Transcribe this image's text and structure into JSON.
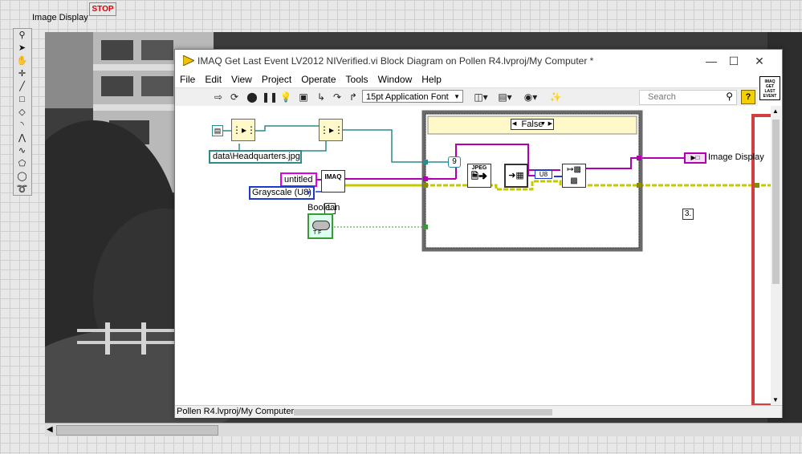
{
  "front_panel": {
    "stop_label": "STOP",
    "image_display_label": "Image Display",
    "tools": [
      "magnify-tool",
      "operate-tool",
      "pan-tool",
      "select-point-tool",
      "line-tool",
      "rectangle-tool",
      "rotated-rect-tool",
      "annulus-tool",
      "polyline-tool",
      "freehand-tool",
      "polygon-tool",
      "oval-tool",
      "spiral-tool"
    ]
  },
  "window": {
    "title": "IMAQ Get Last Event LV2012 NIVerified.vi Block Diagram on Pollen R4.lvproj/My Computer *",
    "minimize": "—",
    "maximize": "☐",
    "close": "✕",
    "icon_text": "IMAQ GET LAST EVENT"
  },
  "menu": [
    "File",
    "Edit",
    "View",
    "Project",
    "Operate",
    "Tools",
    "Window",
    "Help"
  ],
  "toolbar": {
    "font": "15pt Application Font",
    "search_placeholder": "Search",
    "help": "?"
  },
  "diagram": {
    "path_constant": "data\\Headquarters.jpg",
    "untitled_constant": "untitled",
    "imaq_create_label": "IMAQ",
    "image_type": "Grayscale (U8)",
    "seq_frame_1": "1.",
    "seq_frame_3": "3.",
    "boolean_label": "Boolean",
    "boolean_tf": "T F",
    "case_selector": "False",
    "constant_9": "9",
    "jpeg_label": "JPEG",
    "u8_label": "U8",
    "image_display_terminal": "Image Display"
  },
  "statusbar": {
    "context": "Pollen R4.lvproj/My Computer"
  },
  "colors": {
    "path_wire": "#2a8c8c",
    "image_wire": "#b000b0",
    "error_wire": "#c8c800",
    "boolean_wire": "#3a9a3a",
    "enum_wire": "#1a3ad0",
    "case_border": "#6a6a6a",
    "case_header": "#fff8c8"
  }
}
